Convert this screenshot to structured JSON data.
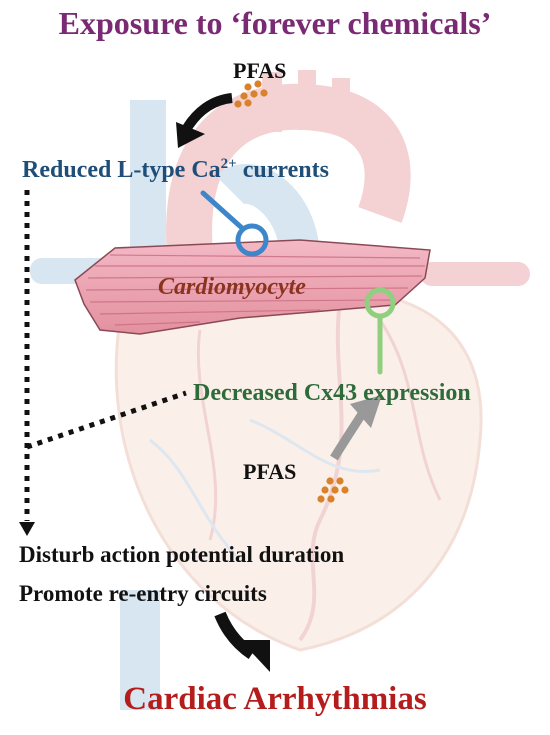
{
  "title": "Exposure to ‘forever chemicals’",
  "pfas_top": "PFAS",
  "reduced": {
    "text": "Reduced L-type Ca",
    "sup": "2+",
    "tail": " currents"
  },
  "cell_label": "Cardiomyocyte",
  "decreased": "Decreased Cx43 expression",
  "pfas_mid": "PFAS",
  "effects": [
    "Disturb action potential duration",
    "Promote re-entry circuits"
  ],
  "outcome": "Cardiac Arrhythmias",
  "colors": {
    "title": "#7a2a73",
    "calcium": "#1f4e79",
    "calcium_marker": "#3c86c9",
    "cx43": "#2f6b3a",
    "cx43_marker": "#8fcf7f",
    "cell": "#e8a0b0",
    "particle": "#d9822b",
    "outcome": "#b51c1c"
  }
}
